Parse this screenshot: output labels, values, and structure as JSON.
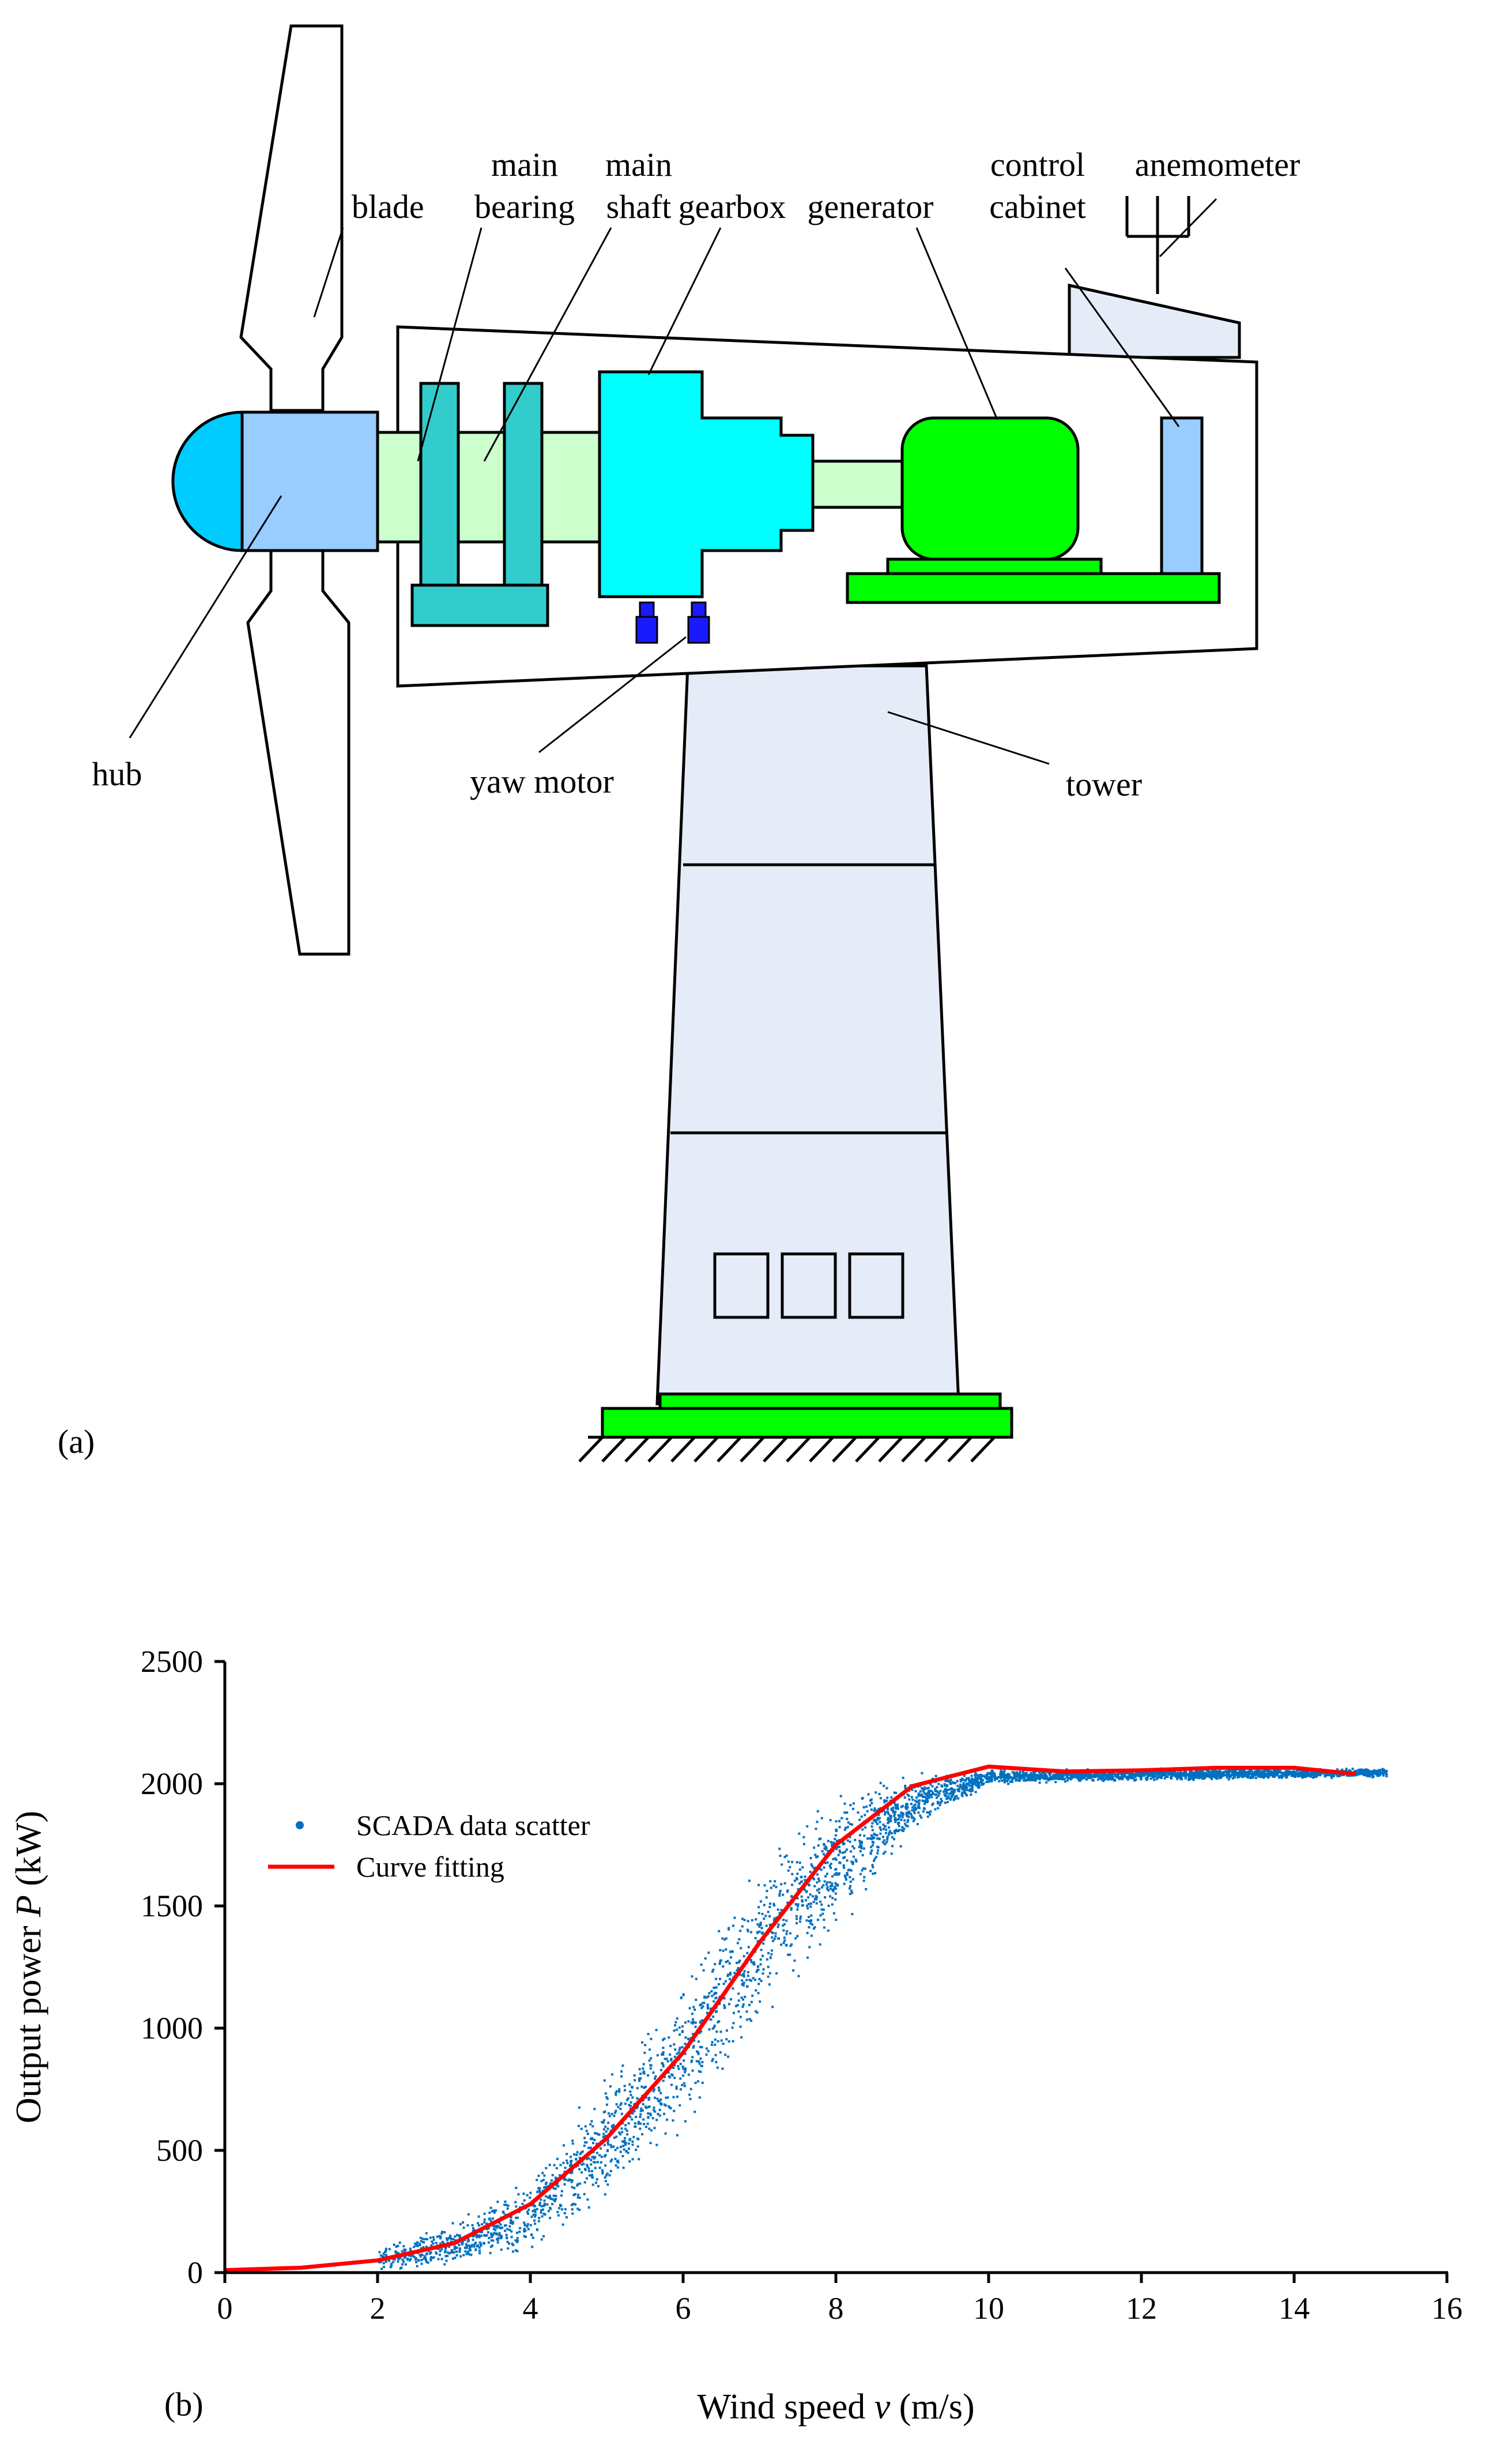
{
  "colors": {
    "hub_cap": "#00ccff",
    "hub": "#99ccff",
    "shaft": "#ccffcc",
    "bearing": "#33cccc",
    "gearbox": "#00ffff",
    "generator": "#00ff00",
    "cabinet": "#99ccff",
    "tower": "#e6ecf7",
    "yaw_motor": "#1a1aff",
    "scatter": "#0070c0",
    "fit": "#ff0000"
  },
  "diagram": {
    "panel_label": "(a)",
    "labels": {
      "blade": "blade",
      "main_bearing_1": "main",
      "main_bearing_2": "bearing",
      "main_shaft_1": "main",
      "main_shaft_2": "shaft",
      "gearbox": "gearbox",
      "generator": "generator",
      "control_cabinet_1": "control",
      "control_cabinet_2": "cabinet",
      "anemometer": "anemometer",
      "hub": "hub",
      "yaw_motor": "yaw motor",
      "tower": "tower"
    }
  },
  "chart": {
    "panel_label": "(b)",
    "xlabel_text": "Wind speed",
    "xlabel_var": "v",
    "xlabel_unit": "(m/s)",
    "ylabel_text": "Output power",
    "ylabel_var": "P",
    "ylabel_unit": "(kW)",
    "legend": {
      "scatter": "SCADA data scatter",
      "fit": "Curve fitting"
    }
  },
  "chart_data": {
    "type": "scatter",
    "title": "",
    "xlabel": "Wind speed v (m/s)",
    "ylabel": "Output power P (kW)",
    "xlim": [
      0,
      16
    ],
    "ylim": [
      0,
      2500
    ],
    "xticks": [
      0,
      2,
      4,
      6,
      8,
      10,
      12,
      14,
      16
    ],
    "yticks": [
      0,
      500,
      1000,
      1500,
      2000,
      2500
    ],
    "grid": false,
    "legend_position": "upper-left",
    "series": [
      {
        "name": "SCADA data scatter",
        "kind": "scatter",
        "cap": 2050,
        "envelope": [
          {
            "x": 2,
            "y_low": 0,
            "y_high": 120
          },
          {
            "x": 3,
            "y_low": 10,
            "y_high": 220
          },
          {
            "x": 4,
            "y_low": 60,
            "y_high": 420
          },
          {
            "x": 5,
            "y_low": 250,
            "y_high": 850
          },
          {
            "x": 6,
            "y_low": 520,
            "y_high": 1250
          },
          {
            "x": 7,
            "y_low": 950,
            "y_high": 1750
          },
          {
            "x": 8,
            "y_low": 1350,
            "y_high": 2050
          },
          {
            "x": 9,
            "y_low": 1800,
            "y_high": 2050
          },
          {
            "x": 10,
            "y_low": 2000,
            "y_high": 2070
          },
          {
            "x": 15.2,
            "y_low": 2030,
            "y_high": 2070
          }
        ]
      },
      {
        "name": "Curve fitting",
        "kind": "line",
        "x": [
          0,
          1,
          2,
          3,
          4,
          5,
          6,
          7,
          8,
          9,
          10,
          11,
          12,
          13,
          14,
          14.8
        ],
        "y": [
          10,
          20,
          50,
          120,
          280,
          550,
          900,
          1350,
          1750,
          1990,
          2070,
          2050,
          2055,
          2065,
          2065,
          2040
        ]
      }
    ]
  }
}
